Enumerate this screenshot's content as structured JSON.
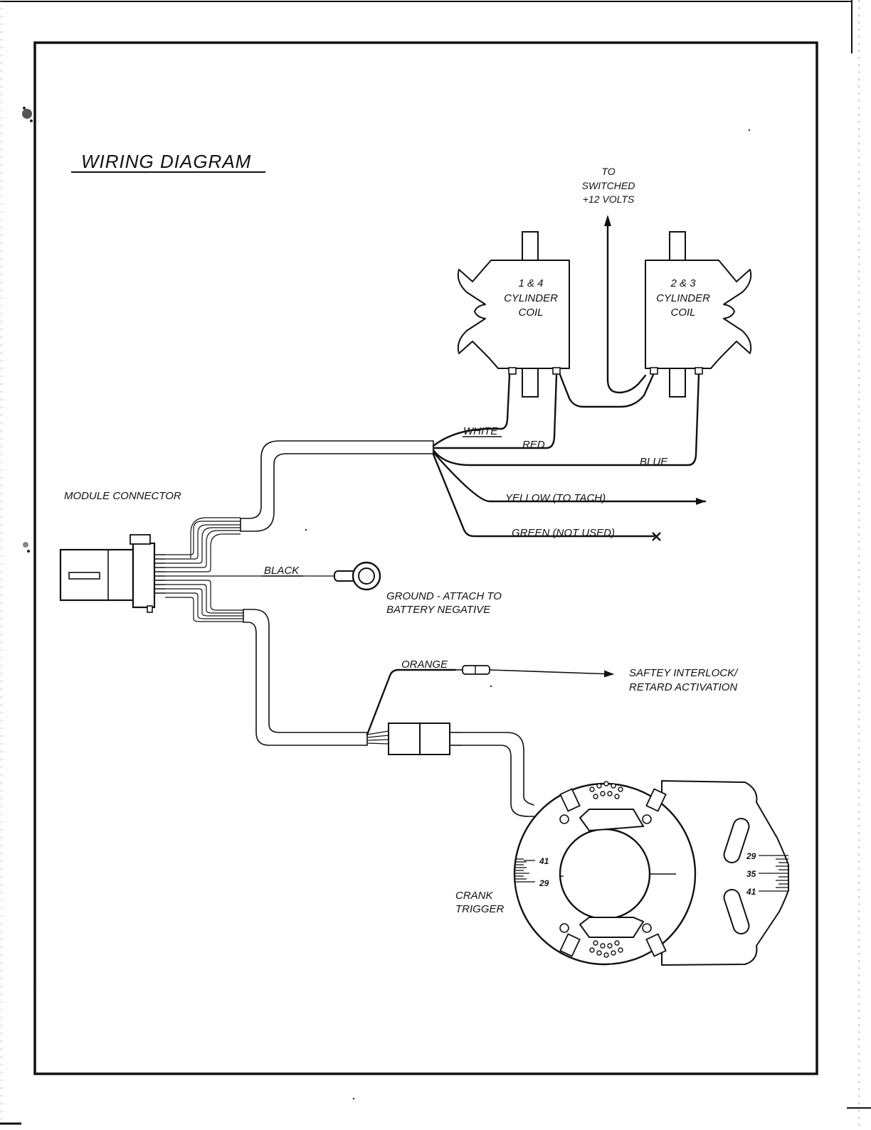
{
  "title": "WIRING DIAGRAM",
  "power": {
    "line1": "TO",
    "line2": "SWITCHED",
    "line3": "+12 VOLTS"
  },
  "coil_a": {
    "line1": "1 & 4",
    "line2": "CYLINDER",
    "line3": "COIL"
  },
  "coil_b": {
    "line1": "2 & 3",
    "line2": "CYLINDER",
    "line3": "COIL"
  },
  "wires": {
    "white": "WHITE",
    "red": "RED",
    "blue": "BLUE",
    "yellow": "YELLOW (TO TACH)",
    "green": "GREEN (NOT USED)",
    "black": "BLACK",
    "orange": "ORANGE"
  },
  "module_connector": "MODULE CONNECTOR",
  "ground": {
    "line1": "GROUND - ATTACH TO",
    "line2": "BATTERY NEGATIVE"
  },
  "interlock": {
    "line1": "SAFTEY INTERLOCK/",
    "line2": "RETARD ACTIVATION"
  },
  "crank_trigger": {
    "line1": "CRANK",
    "line2": "TRIGGER"
  },
  "scale_left": {
    "top": "41",
    "bottom": "29"
  },
  "scale_right": {
    "top": "29",
    "mid": "35",
    "bottom": "41"
  },
  "icons": [
    "ring-terminal-icon",
    "arrow-icon",
    "not-used-x-icon"
  ]
}
